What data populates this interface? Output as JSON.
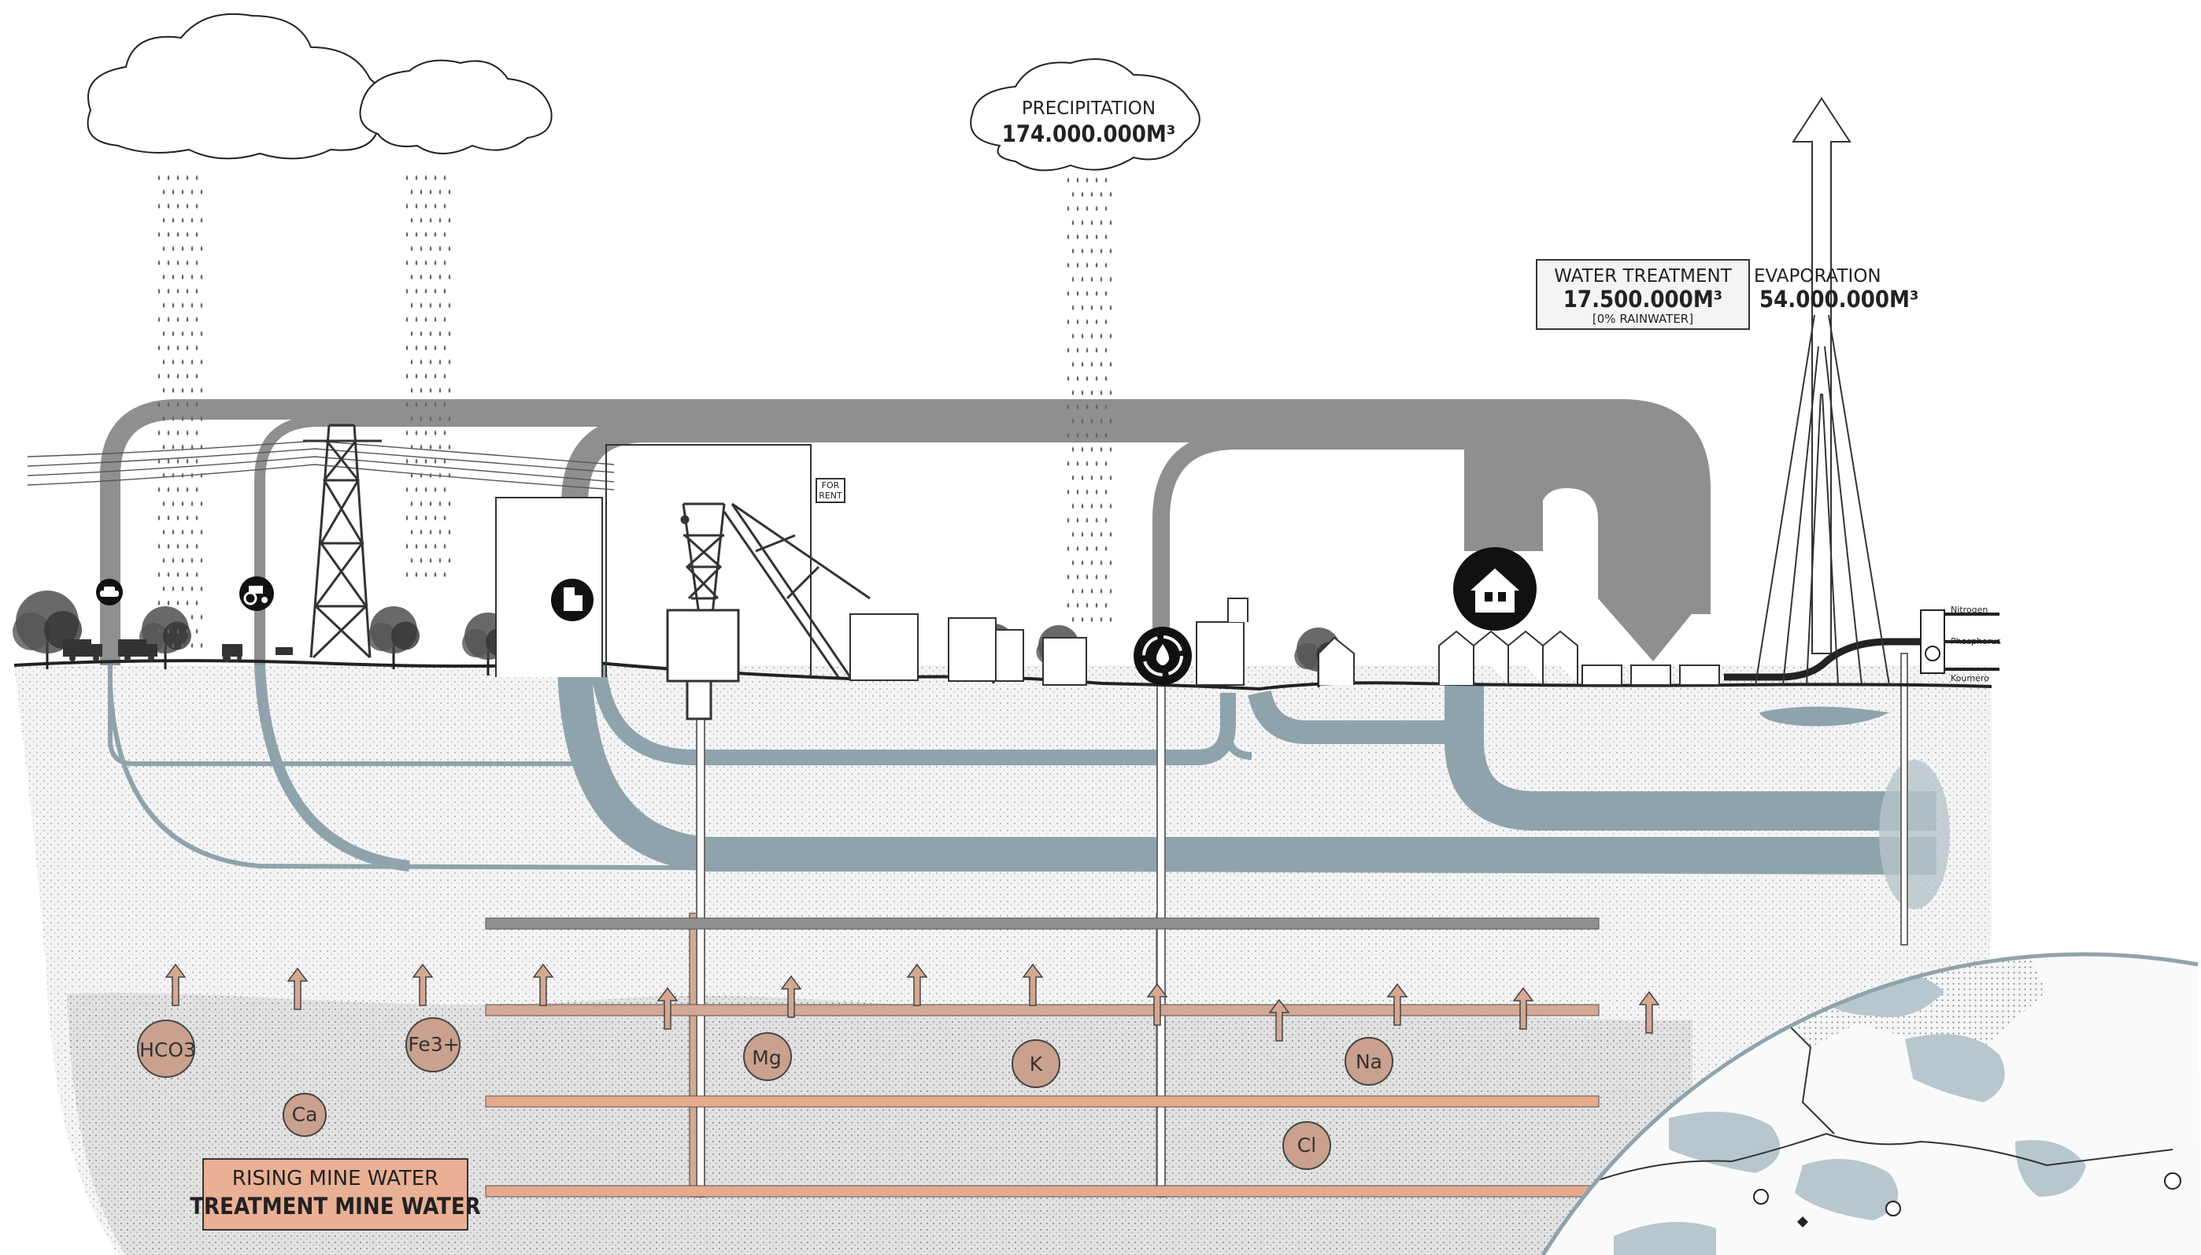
{
  "precipitation": {
    "label": "PRECIPITATION",
    "value": "174.000.000M³"
  },
  "water_treatment": {
    "label": "WATER TREATMENT",
    "value": "17.500.000M³",
    "note": "[0% RAINWATER]"
  },
  "evaporation": {
    "label": "EVAPORATION",
    "value": "54.000.000M³"
  },
  "sign_for_rent": [
    "FOR",
    "RENT"
  ],
  "outlet_labels": [
    "Nitrogen",
    "Phosphorus",
    "Koumero"
  ],
  "ions": [
    "HCO3",
    "Fe3+",
    "Ca",
    "Mg",
    "K",
    "Na",
    "Cl"
  ],
  "legend": {
    "rising": "RISING MINE WATER",
    "treatment": "TREATMENT MINE WATER"
  },
  "icons": [
    "car-icon",
    "tractor-icon",
    "building-icon",
    "water-recycle-icon",
    "house-icon"
  ],
  "colors": {
    "grey_flow": "#8e8f90",
    "blue_flow": "#8fa3ad",
    "mine_water": "#d4a892",
    "treatment_water": "#e8a98c",
    "ion_fill": "#c9a18e",
    "ground_fill": "#f3f3f3",
    "legend_fill": "#eab095"
  }
}
